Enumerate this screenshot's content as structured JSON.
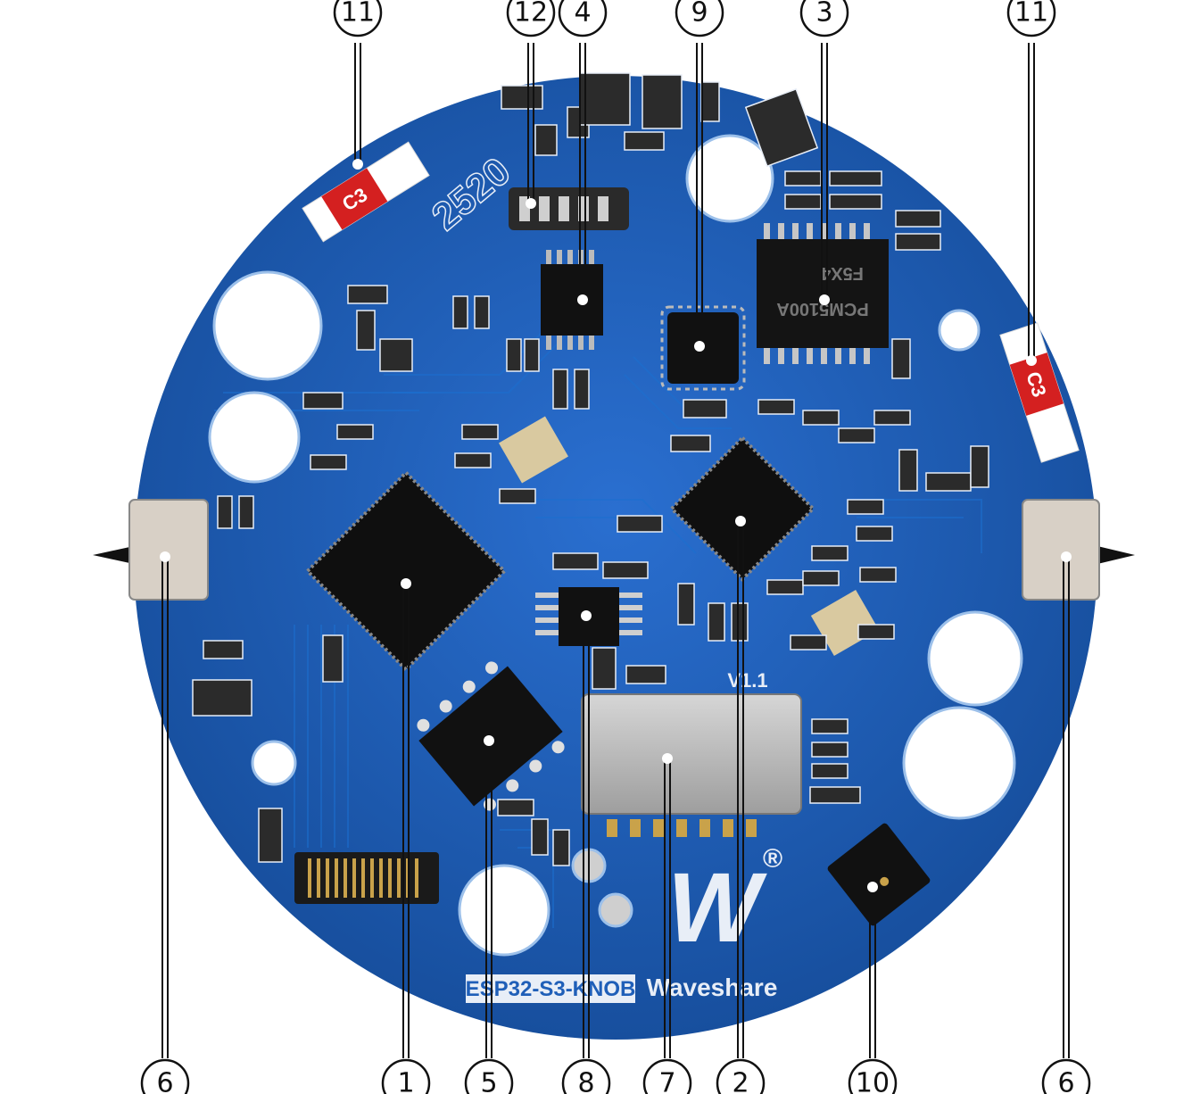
{
  "board": {
    "model_label": "ESP32-S3-KNOB",
    "brand_label": "Waveshare",
    "version_label": "V1.1",
    "registered_mark": "®",
    "colors": {
      "pcb": "#1f5fb8",
      "pcb_dark": "#174f9e",
      "silkscreen": "#e8eef7",
      "chip": "#111111",
      "shield": "#b9b9b9"
    }
  },
  "component_markings": {
    "fuse": "C3",
    "dac_line1": "PCM5100A",
    "dac_line2": "F5X4",
    "date_code": "2520"
  },
  "callouts_top": [
    "11",
    "12",
    "4",
    "9",
    "3",
    "11"
  ],
  "callouts_bottom": [
    "6",
    "1",
    "5",
    "8",
    "7",
    "2",
    "10",
    "6"
  ]
}
